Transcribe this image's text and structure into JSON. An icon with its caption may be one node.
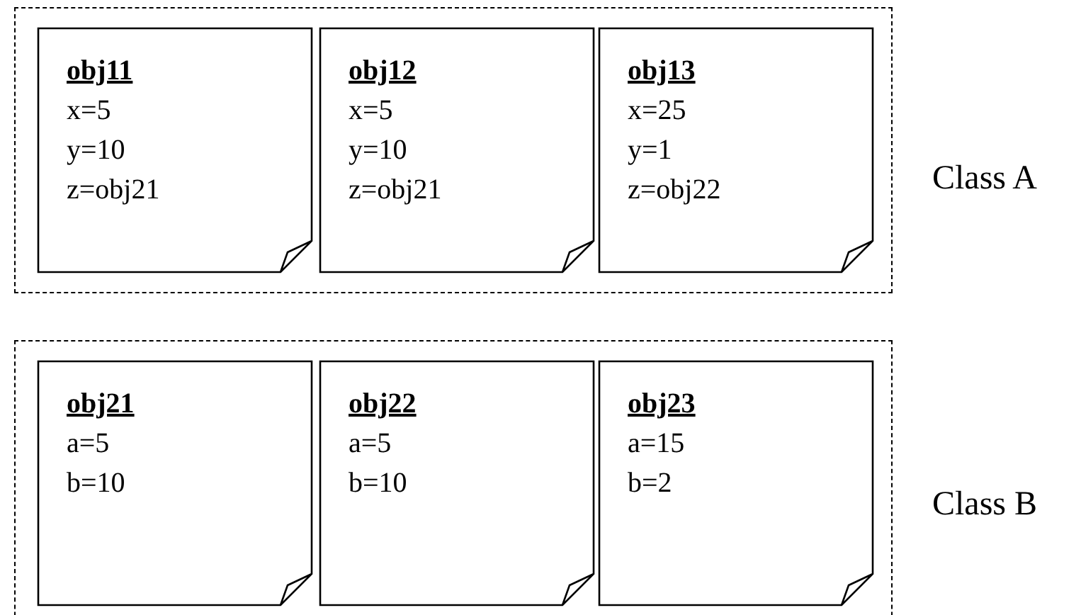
{
  "diagram": {
    "nodes": [
      {
        "text": [
          "Class A"
        ]
      },
      {
        "text": [
          "obj11",
          "x=5",
          "y=10",
          "z=obj21"
        ],
        "in": 0
      },
      {
        "text": [
          "obj12",
          "x=5",
          "y=10",
          "z=obj21"
        ],
        "in": 0
      },
      {
        "text": [
          "obj13",
          "x=25",
          "y=1",
          "z=obj22"
        ],
        "in": 0
      },
      {
        "text": [
          "Class B"
        ]
      },
      {
        "text": [
          "obj21",
          "a=5",
          "b=10"
        ],
        "in": 4
      },
      {
        "text": [
          "obj22",
          "a=5",
          "b=10"
        ],
        "in": 4
      },
      {
        "text": [
          "obj23",
          "a=15",
          "b=2"
        ],
        "in": 4
      }
    ],
    "edges": []
  }
}
